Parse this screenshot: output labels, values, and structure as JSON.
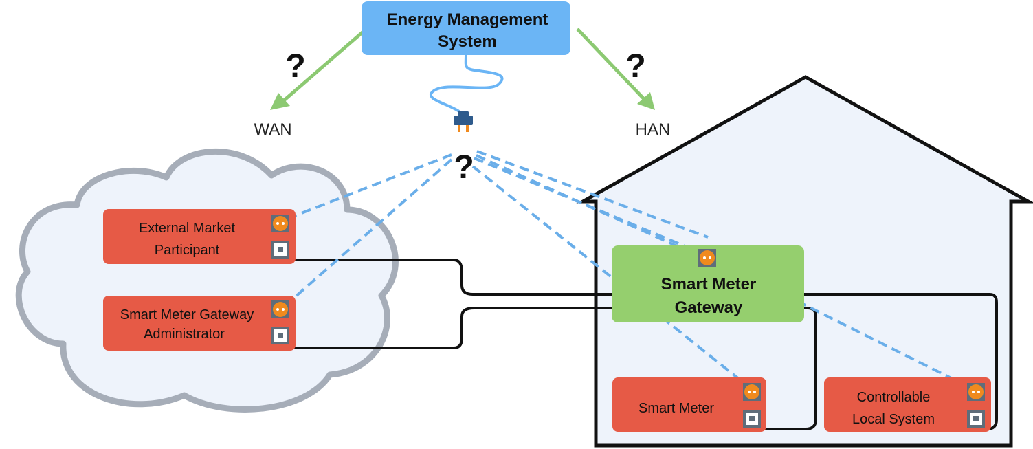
{
  "ems": {
    "line1": "Energy Management",
    "line2": "System"
  },
  "networks": {
    "wan": "WAN",
    "han": "HAN"
  },
  "question_mark": "?",
  "components": {
    "emp": {
      "line1": "External Market",
      "line2": "Participant"
    },
    "smga": {
      "line1": "Smart Meter Gateway",
      "line2": "Administrator"
    },
    "smgw": {
      "line1": "Smart Meter",
      "line2": "Gateway"
    },
    "sm": {
      "line1": "Smart Meter"
    },
    "cls": {
      "line1": "Controllable",
      "line2": "Local System"
    }
  },
  "colors": {
    "ems_fill": "#6bb5f5",
    "component_fill": "#e65a46",
    "gateway_fill": "#95cf6e",
    "cloud_fill": "#eef3fb",
    "cloud_outline": "#a6adb8",
    "house_fill": "#eef3fb",
    "arrow_green": "#8cc972",
    "dashed_blue": "#6aaee9",
    "socket_orange": "#f08a1e",
    "port_gray": "#5f6d7a"
  },
  "icons": [
    "socket-icon",
    "port-icon",
    "plug-icon",
    "cable-icon"
  ]
}
